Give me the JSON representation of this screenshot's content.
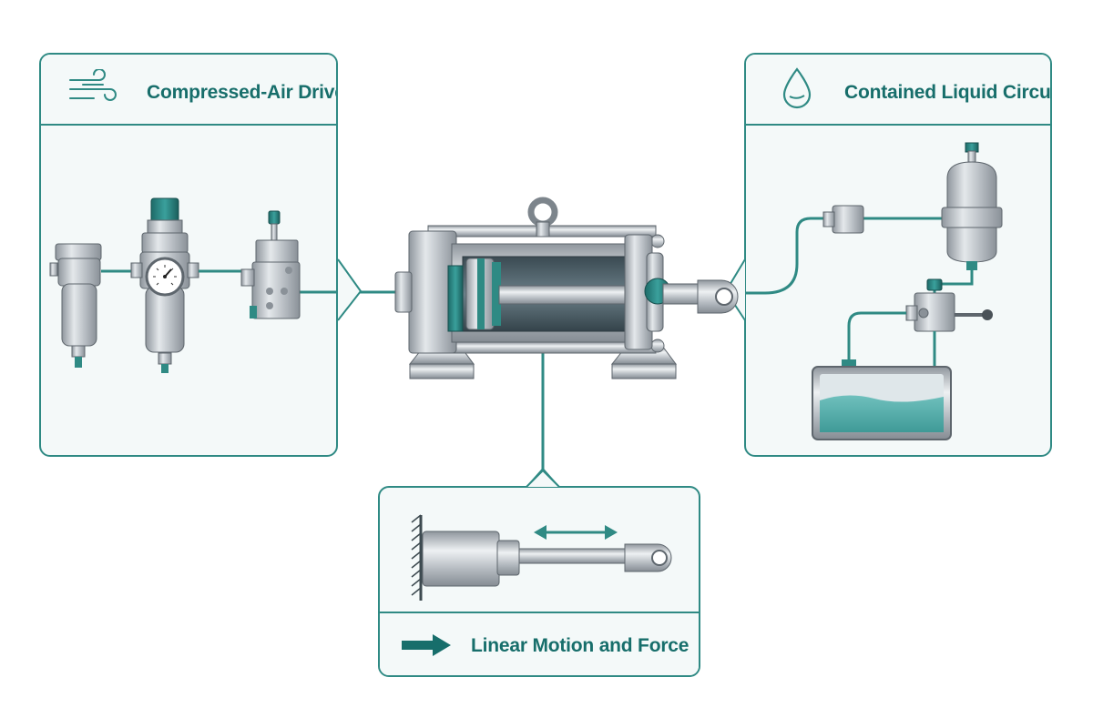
{
  "colors": {
    "accent": "#2f8a84",
    "title_text": "#176e6b",
    "panel_bg": "#f4f9f9",
    "metal": "#b8bec4",
    "liquid": "#5fb3b0"
  },
  "panels": {
    "air": {
      "title": "Compressed-Air Drive",
      "icon": "wind-icon"
    },
    "liquid": {
      "title": "Contained Liquid Circuit",
      "icon": "droplet-icon"
    },
    "motion": {
      "title": "Linear Motion and Force",
      "icon": "arrow-right-icon"
    }
  }
}
